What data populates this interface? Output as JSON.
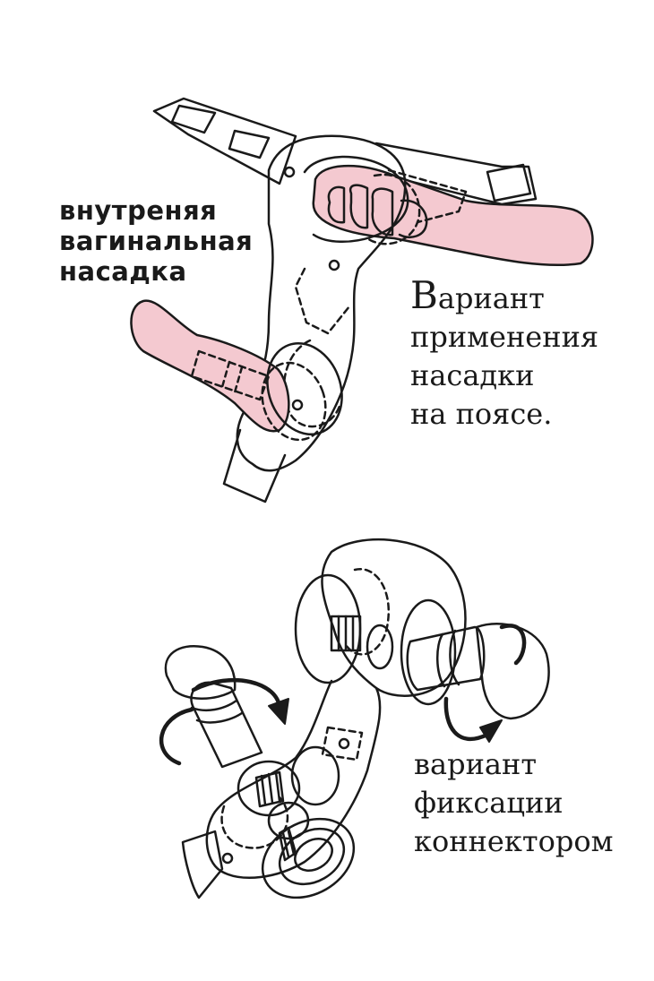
{
  "colors": {
    "line": "#1a1a1a",
    "pink_fill": "#f4c9d0",
    "background": "#ffffff"
  },
  "labels": {
    "inner_attachment": [
      "внутреняя",
      "вагинальная",
      "насадка"
    ],
    "belt_usage": {
      "initial": "В",
      "first_rest": "ариант",
      "lines": [
        "применения",
        "насадки",
        "на поясе."
      ]
    },
    "connector_fixing": [
      "вариант",
      "фиксации",
      "коннектором"
    ]
  },
  "icons": {
    "top_figure": "strap-on-harness-illustration",
    "bottom_figure": "connector-attachment-illustration",
    "rotate_arrows": "rotate-arrow-icon"
  }
}
